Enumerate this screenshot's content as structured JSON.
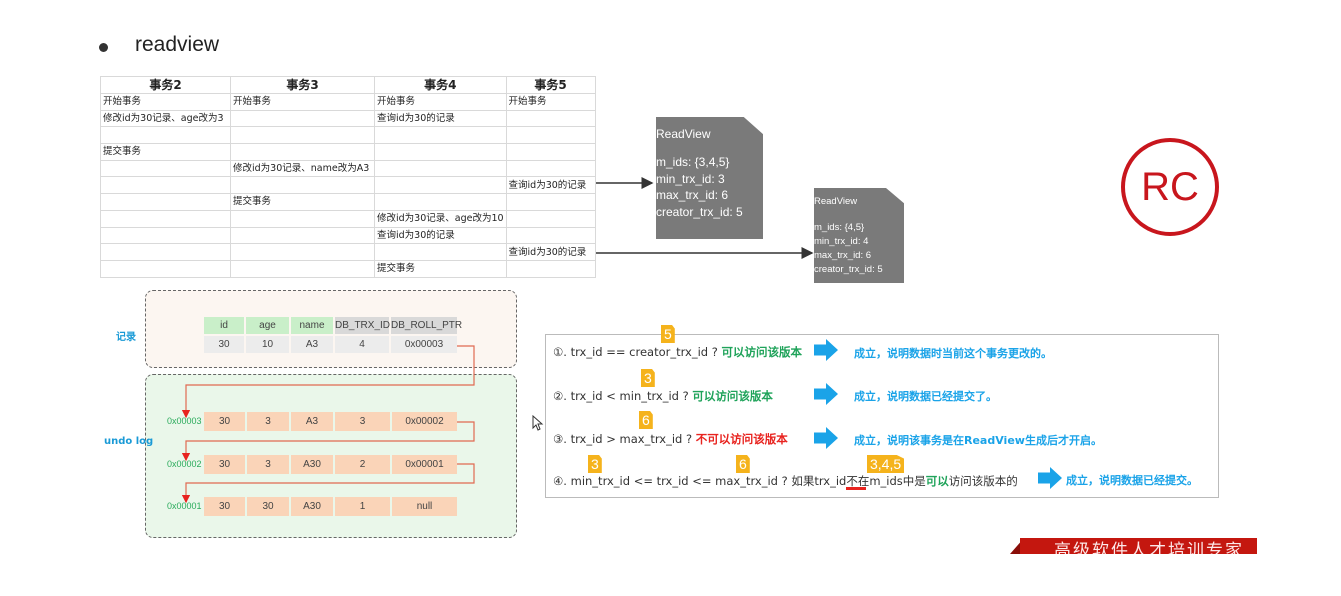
{
  "heading": "readview",
  "transaction_table": {
    "headers": [
      "事务2",
      "事务3",
      "事务4",
      "事务5"
    ],
    "rows": [
      [
        "开始事务",
        "开始事务",
        "开始事务",
        "开始事务"
      ],
      [
        "修改id为30记录、age改为3",
        "",
        "查询id为30的记录",
        ""
      ],
      [
        "",
        "",
        "",
        ""
      ],
      [
        "提交事务",
        "",
        "",
        ""
      ],
      [
        "",
        "修改id为30记录、name改为A3",
        "",
        ""
      ],
      [
        "",
        "",
        "",
        "查询id为30的记录"
      ],
      [
        "",
        "提交事务",
        "",
        ""
      ],
      [
        "",
        "",
        "修改id为30记录、age改为10",
        ""
      ],
      [
        "",
        "",
        "查询id为30的记录",
        ""
      ],
      [
        "",
        "",
        "",
        "查询id为30的记录"
      ],
      [
        "",
        "",
        "提交事务",
        ""
      ]
    ]
  },
  "readviews": [
    {
      "title": "ReadView",
      "lines": [
        "m_ids: {3,4,5}",
        "min_trx_id: 3",
        "max_trx_id: 6",
        "creator_trx_id: 5"
      ]
    },
    {
      "title": "ReadView",
      "lines": [
        "m_ids: {4,5}",
        "min_trx_id: 4",
        "max_trx_id: 6",
        "creator_trx_id: 5"
      ]
    }
  ],
  "isolation_badge": "RC",
  "record": {
    "label": "记录",
    "columns": [
      "id",
      "age",
      "name",
      "DB_TRX_ID",
      "DB_ROLL_PTR"
    ],
    "values": [
      "30",
      "10",
      "A3",
      "4",
      "0x00003"
    ]
  },
  "undo_log": {
    "label": "undo log",
    "entries": [
      {
        "address": "0x00003",
        "values": [
          "30",
          "3",
          "A3",
          "3",
          "0x00002"
        ]
      },
      {
        "address": "0x00002",
        "values": [
          "30",
          "3",
          "A30",
          "2",
          "0x00001"
        ]
      },
      {
        "address": "0x00001",
        "values": [
          "30",
          "30",
          "A30",
          "1",
          "null"
        ]
      }
    ]
  },
  "rules": [
    {
      "prefix": "①. trx_id  == creator_trx_id ? ",
      "verdict": "可以访问该版本",
      "verdict_color": "green",
      "tag": "5",
      "result": "成立，说明数据时当前这个事务更改的。"
    },
    {
      "prefix": "②. trx_id < min_trx_id ? ",
      "verdict": "可以访问该版本",
      "verdict_color": "green",
      "tag": "3",
      "result": "成立，说明数据已经提交了。"
    },
    {
      "prefix": "③. trx_id > max_trx_id ? ",
      "verdict": "不可以访问该版本",
      "verdict_color": "red",
      "tag": "6",
      "result": "成立，说明该事务是在ReadView生成后才开启。"
    },
    {
      "prefix": "④. min_trx_id <= trx_id <= max_trx_id ? 如果trx_id不在m_ids中是",
      "verdict": "可以",
      "suffix": "访问该版本的",
      "verdict_color": "green",
      "tags": [
        "3",
        "6",
        "3,4,5"
      ],
      "result": "成立，说明数据已经提交。"
    }
  ],
  "banner_text": "高级软件人才培训专家",
  "colors": {
    "accent_red": "#c8161d",
    "result_blue": "#1aa3e8",
    "ok_green": "#1fa35a",
    "tag_orange": "#f5b31c",
    "readview_grey": "#7a7a7a"
  }
}
